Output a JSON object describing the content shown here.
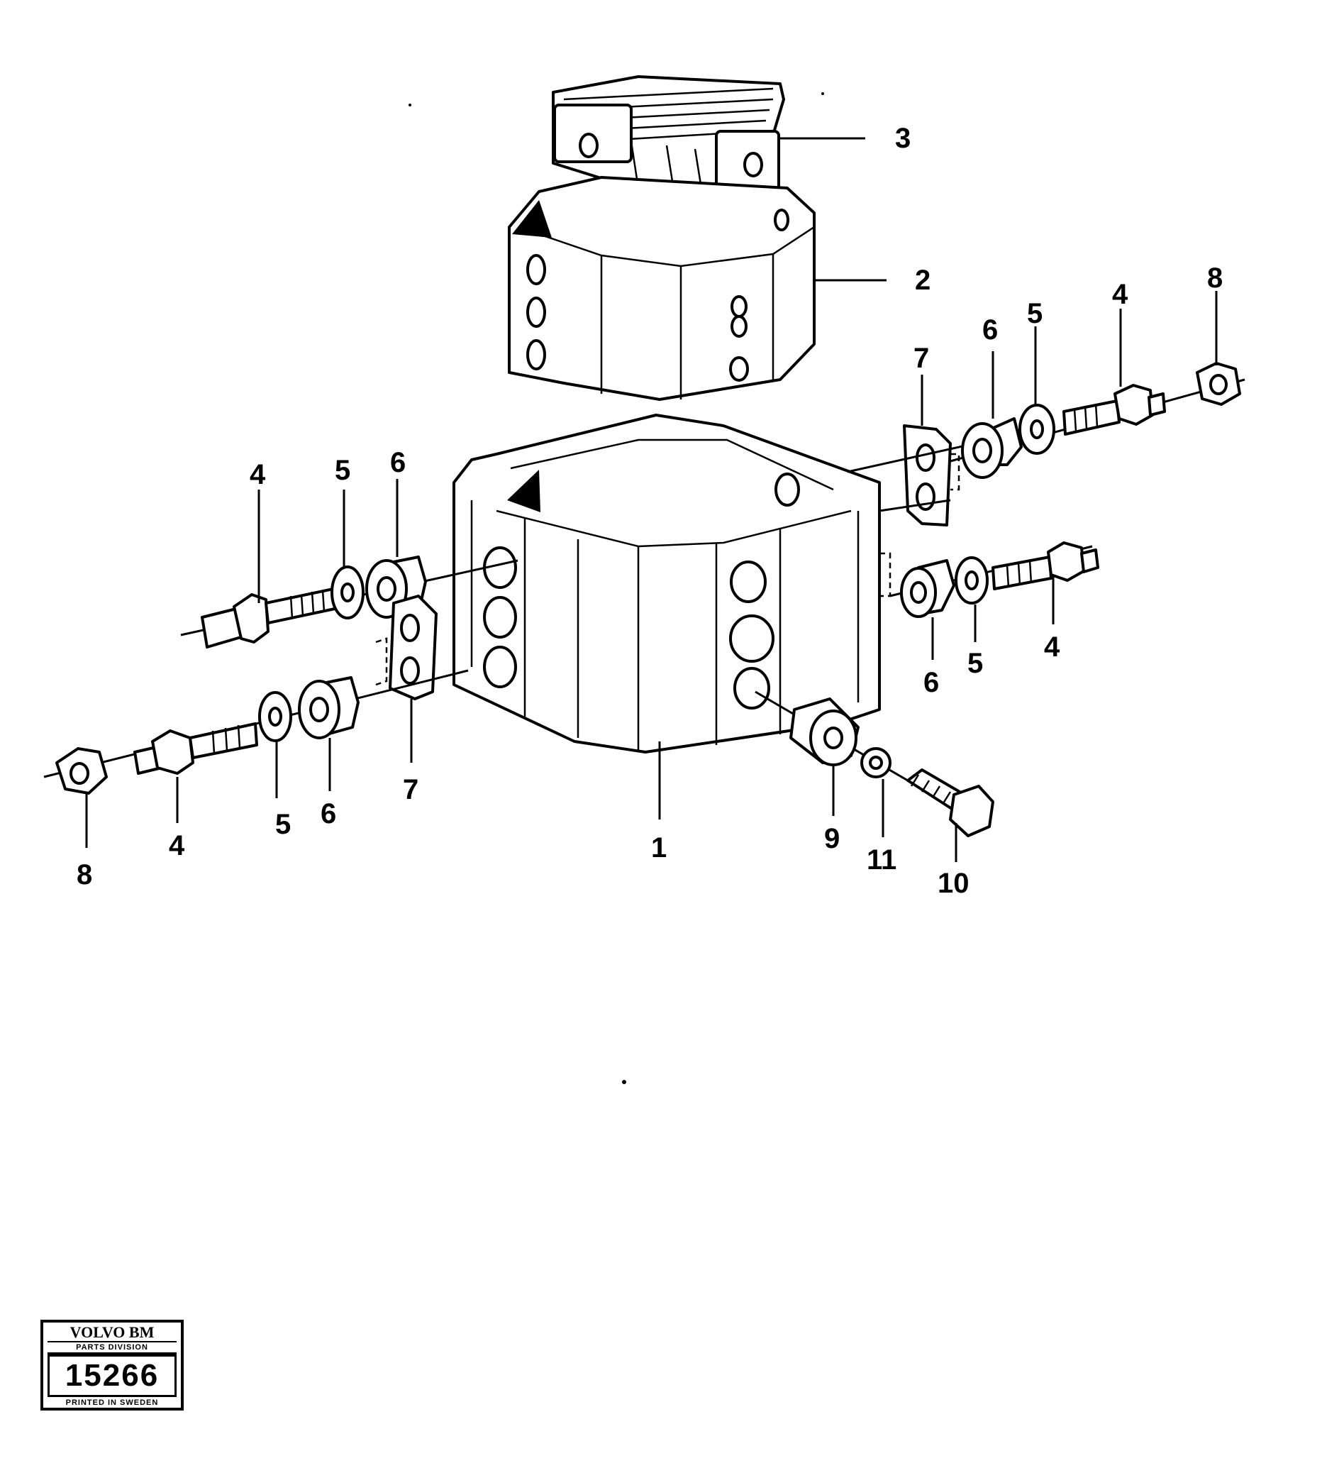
{
  "callouts": {
    "c1": "1",
    "c2": "2",
    "c3": "3",
    "c4_left_upper": "4",
    "c5_left_upper": "5",
    "c6_left_upper": "6",
    "c7_left": "7",
    "c4_left_lower": "4",
    "c5_left_lower": "5",
    "c6_left_lower": "6",
    "c8_left": "8",
    "c7_right": "7",
    "c6_right_upper": "6",
    "c5_right_upper": "5",
    "c4_right_upper": "4",
    "c8_right": "8",
    "c6_right_lower": "6",
    "c5_right_lower": "5",
    "c4_right_lower": "4",
    "c9": "9",
    "c11": "11",
    "c10": "10"
  },
  "stamp": {
    "brand": "VOLVO BM",
    "division": "PARTS DIVISION",
    "number": "15266",
    "printed": "PRINTED IN SWEDEN"
  }
}
